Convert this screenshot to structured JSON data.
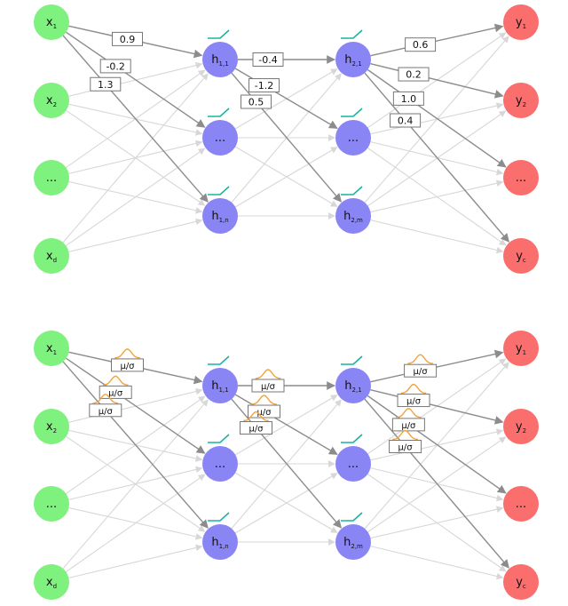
{
  "colors": {
    "input": "#7ef17e",
    "hidden": "#8a85f5",
    "output": "#fa6e6e",
    "edge_light": "#d7d7d7",
    "edge_dark": "#8c8c8c",
    "relu": "#19b4a0",
    "gaussian": "#f2a23a"
  },
  "labels": {
    "x1": "x",
    "x1_sub": "1",
    "x2": "x",
    "x2_sub": "2",
    "xd": "x",
    "xd_sub": "d",
    "dots": "...",
    "h11": "h",
    "h11_sub": "1,1",
    "h1n": "h",
    "h1n_sub": "1,n",
    "h21": "h",
    "h21_sub": "2,1",
    "h2m": "h",
    "h2m_sub": "2,m",
    "y1": "y",
    "y1_sub": "1",
    "y2": "y",
    "y2_sub": "2",
    "yc": "y",
    "yc_sub": "c",
    "dist_label": "μ/σ"
  },
  "weights": {
    "in_to_h1": [
      "0.9",
      "-0.2",
      "1.3"
    ],
    "h1_to_h2": [
      "-0.4",
      "-1.2",
      "0.5"
    ],
    "h2_to_out": [
      "0.6",
      "0.2",
      "1.0",
      "0.4"
    ]
  }
}
